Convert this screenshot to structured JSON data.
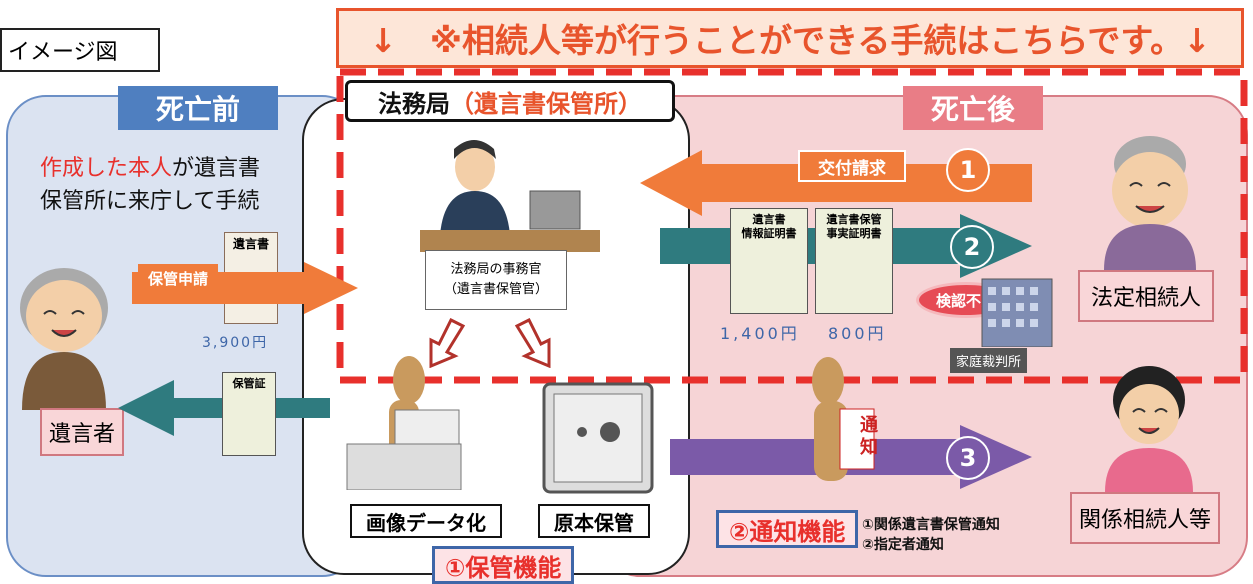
{
  "image_tag": "イメージ図",
  "banner": "↓　※相続人等が行うことができる手続はこちらです。↓",
  "sections": {
    "before": "死亡前",
    "after": "死亡後",
    "office": "法務局",
    "office_sub": "（遺言書保管所）"
  },
  "creator_text": {
    "highlight": "作成した本人",
    "line1_rest": "が遺言書",
    "line2": "保管所に来庁して手続"
  },
  "testator": "遺言者",
  "will_doc_label": "遺言書",
  "deposit_request": "保管申請",
  "deposit_fee": "3,900円",
  "certificate": "保管証",
  "clerk": {
    "line1": "法務局の事務官",
    "line2": "（遺言書保管官）"
  },
  "delivery_request": "交付請求",
  "numbers": [
    "1",
    "2",
    "3"
  ],
  "docs": [
    {
      "line1": "遺言書",
      "line2": "情報証明書",
      "price": "1,400円"
    },
    {
      "line1": "遺言書保管",
      "line2": "事実証明書",
      "price": "800円"
    }
  ],
  "exam": "検認不要",
  "court": "家庭裁判所",
  "legal_heir": "法定相続人",
  "related_heir": "関係相続人等",
  "notice_chars": [
    "通",
    "知"
  ],
  "functions": {
    "imaging": "画像データ化",
    "original": "原本保管",
    "storage_label": "①保管機能",
    "notice_label": "②通知機能",
    "notice_items": [
      "①関係遺言書保管通知",
      "②指定者通知"
    ]
  },
  "colors": {
    "before_panel": "#dbe3f1",
    "after_panel": "#f6d4d6",
    "banner_red": "#e8542c",
    "teal_arrow": "#2f7b7f",
    "purple_arrow": "#7b5aa8",
    "orange_arrow": "#f07b3a"
  }
}
